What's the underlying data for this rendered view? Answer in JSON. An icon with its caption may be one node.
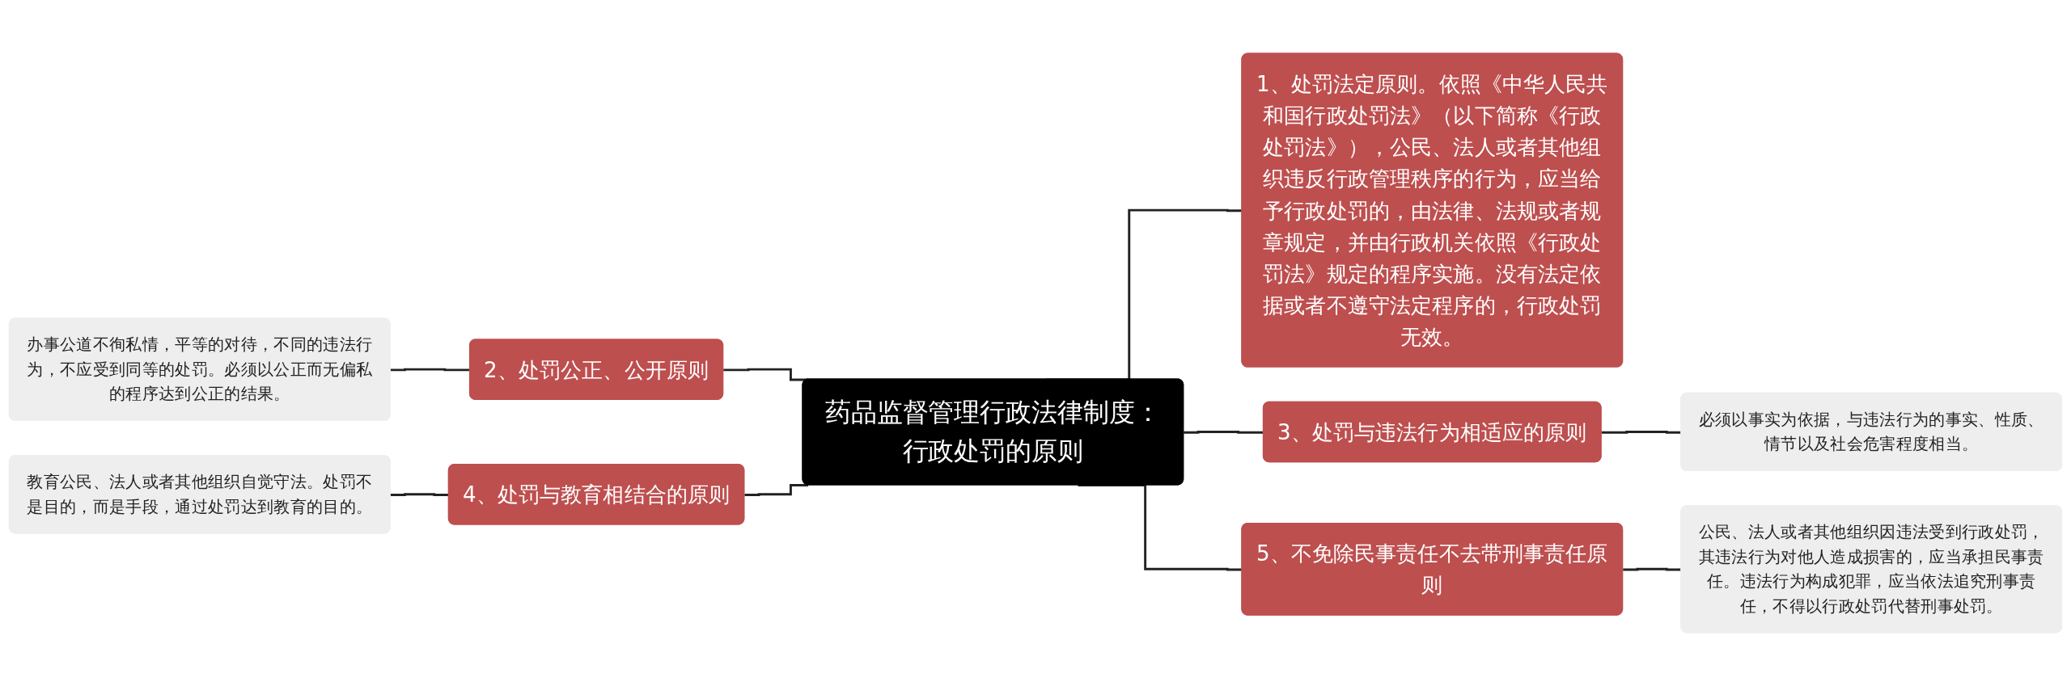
{
  "diagram": {
    "nodes": [
      {
        "text": [
          "办事公道不徇私情，平等的对待，不同的违法行为，不应受到同等的处罚。必须以公正而无偏私的程序达到公正的结果。"
        ]
      },
      {
        "text": [
          "2、处罚公正、公开原则"
        ]
      },
      {
        "text": [
          "教育公民、法人或者其他组织自觉守法。处罚不是目的，而是手段，通过处罚达到教育的目的。"
        ]
      },
      {
        "text": [
          "4、处罚与教育相结合的原则"
        ]
      },
      {
        "text": [
          "药品监督管理行政法律制度：行政处罚的原则"
        ]
      },
      {
        "text": [
          "1、处罚法定原则。依照《中华人民共和国行政处罚法》（以下简称《行政处罚法》），公民、法人或者其他组织违反行政管理秩序的行为，应当给予行政处罚的，由法律、法规或者规章规定，并由行政机关依照《行政处罚法》规定的程序实施。没有法定依据或者不遵守法定程序的，行政处罚无效。"
        ]
      },
      {
        "text": [
          "3、处罚与违法行为相适应的原则"
        ]
      },
      {
        "text": [
          "必须以事实为依据，与违法行为的事实、性质、情节以及社会危害程度相当。"
        ]
      },
      {
        "text": [
          "5、不免除民事责任不去带刑事责任原则"
        ]
      },
      {
        "text": [
          "公民、法人或者其他组织因违法受到行政处罚，其违法行为对他人造成损害的，应当承担民事责任。违法行为构成犯罪，应当依法追究刑事责任，不得以行政处罚代替刑事处罚。"
        ]
      }
    ],
    "edges": [
      {
        "from": 0,
        "to": 1,
        "arrow": "none"
      },
      {
        "from": 1,
        "to": 4,
        "arrow": "none"
      },
      {
        "from": 2,
        "to": 3,
        "arrow": "none"
      },
      {
        "from": 3,
        "to": 4,
        "arrow": "none"
      },
      {
        "from": 4,
        "to": 5,
        "arrow": "none"
      },
      {
        "from": 4,
        "to": 6,
        "arrow": "none"
      },
      {
        "from": 6,
        "to": 7,
        "arrow": "none"
      },
      {
        "from": 4,
        "to": 8,
        "arrow": "none"
      },
      {
        "from": 8,
        "to": 9,
        "arrow": "none"
      }
    ]
  }
}
